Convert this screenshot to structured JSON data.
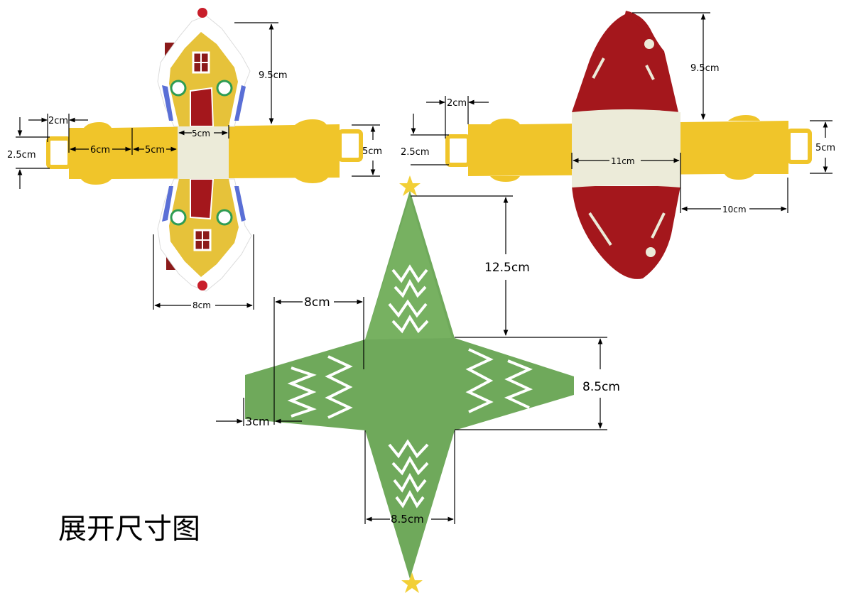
{
  "title": "展开尺寸图",
  "colors": {
    "yellow": "#f0c52a",
    "yellow_dark": "#d9a91c",
    "cream": "#ecebd9",
    "red": "#a4171c",
    "green": "#6fa95b",
    "star": "#f2cf36"
  },
  "house": {
    "dims": {
      "height": "9.5cm",
      "tab": "2cm",
      "strap_height": "2.5cm",
      "side": "6cm",
      "front": "5cm",
      "center": "5cm",
      "right_height": "5cm",
      "bottom_width": "8cm"
    }
  },
  "hat": {
    "dims": {
      "height": "9.5cm",
      "tab": "2cm",
      "strap_height": "2.5cm",
      "center": "11cm",
      "right_height": "5cm",
      "side": "10cm"
    }
  },
  "tree": {
    "dims": {
      "top_height": "12.5cm",
      "wing": "8cm",
      "right_height": "8.5cm",
      "tip": "3cm",
      "bottom_width": "8.5cm"
    }
  }
}
